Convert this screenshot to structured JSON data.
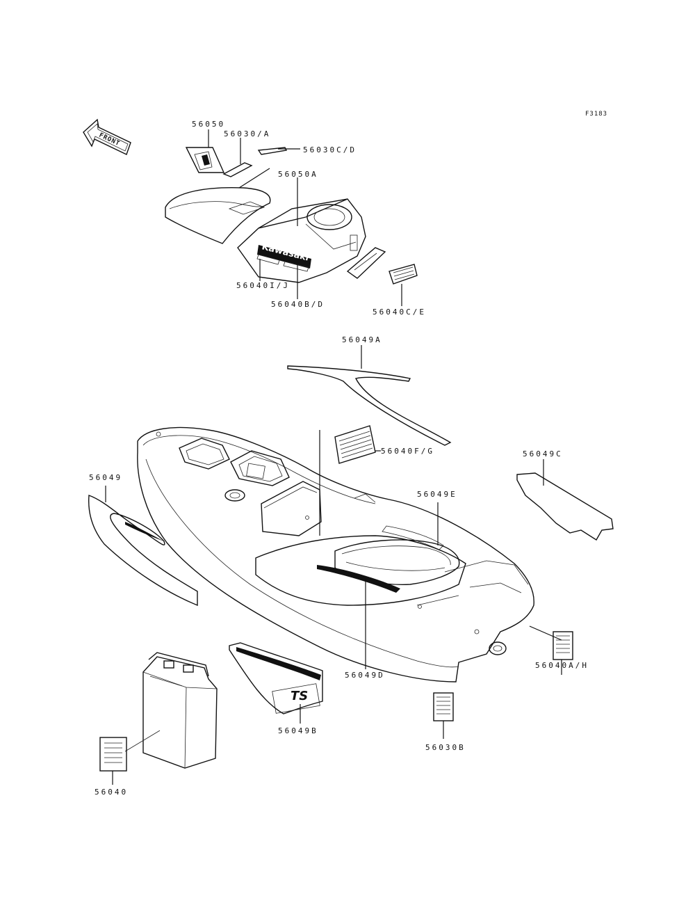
{
  "figure_code": "F3183",
  "front_label": "FRONT",
  "logo_text": "Kawasaki",
  "badge_text": "TS",
  "labels": {
    "p56050": "56050",
    "p56030A": "56030/A",
    "p56030CD": "56030C/D",
    "p56050A": "56050A",
    "p56040IJ": "56040I/J",
    "p56040BD": "56040B/D",
    "p56040CE": "56040C/E",
    "p56049A": "56049A",
    "p56040FG": "56040F/G",
    "p56049C": "56049C",
    "p56049": "56049",
    "p56049E": "56049E",
    "p56040AH": "56040A/H",
    "p56049D": "56049D",
    "p56049B": "56049B",
    "p56030B": "56030B",
    "p56040": "56040"
  }
}
